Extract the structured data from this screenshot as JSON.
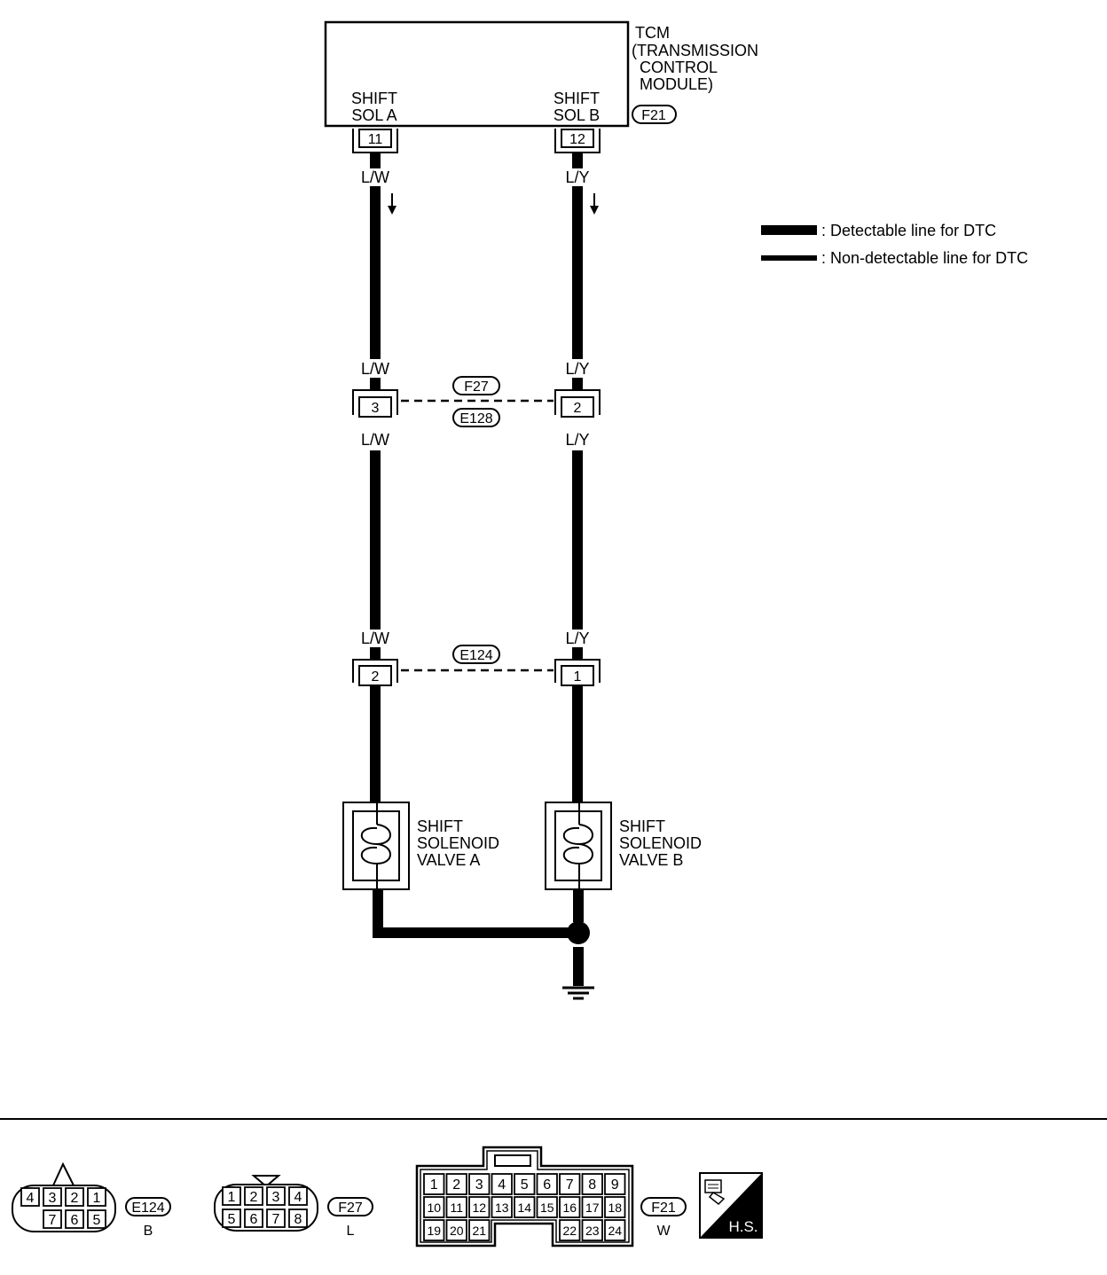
{
  "tcm": {
    "name_lines": [
      "TCM",
      "(TRANSMISSION",
      " CONTROL",
      " MODULE)"
    ],
    "connector": "F21",
    "terminal_a": {
      "label_lines": [
        "SHIFT",
        "SOL A"
      ],
      "pin": "11"
    },
    "terminal_b": {
      "label_lines": [
        "SHIFT",
        "SOL B"
      ],
      "pin": "12"
    }
  },
  "wires": {
    "a": "L/W",
    "b": "L/Y"
  },
  "legend": [
    {
      "style": "thick",
      "text": ": Detectable line for DTC"
    },
    {
      "style": "thin",
      "text": ": Non-detectable line for DTC"
    }
  ],
  "joint1": {
    "connector_top": "F27",
    "connector_bottom": "E128",
    "pin_a": "3",
    "pin_b": "2"
  },
  "joint2": {
    "connector": "E124",
    "pin_a": "2",
    "pin_b": "1"
  },
  "solenoid_a": {
    "label_lines": [
      "SHIFT",
      "SOLENOID",
      "VALVE A"
    ]
  },
  "solenoid_b": {
    "label_lines": [
      "SHIFT",
      "SOLENOID",
      "VALVE B"
    ]
  },
  "connector_views": [
    {
      "id": "E124",
      "color": "B",
      "top_row": [
        "4",
        "3",
        "2",
        "1"
      ],
      "bottom_row": [
        "7",
        "6",
        "5"
      ]
    },
    {
      "id": "F27",
      "color": "L",
      "top_row": [
        "1",
        "2",
        "3",
        "4"
      ],
      "bottom_row": [
        "5",
        "6",
        "7",
        "8"
      ]
    },
    {
      "id": "F21",
      "color": "W",
      "row1": [
        "1",
        "2",
        "3",
        "4",
        "5",
        "6",
        "7",
        "8",
        "9"
      ],
      "row2": [
        "10",
        "11",
        "12",
        "13",
        "14",
        "15",
        "16",
        "17",
        "18"
      ],
      "row3_left": [
        "19",
        "20",
        "21"
      ],
      "row3_right": [
        "22",
        "23",
        "24"
      ]
    }
  ],
  "badge": {
    "text": "H.S."
  }
}
